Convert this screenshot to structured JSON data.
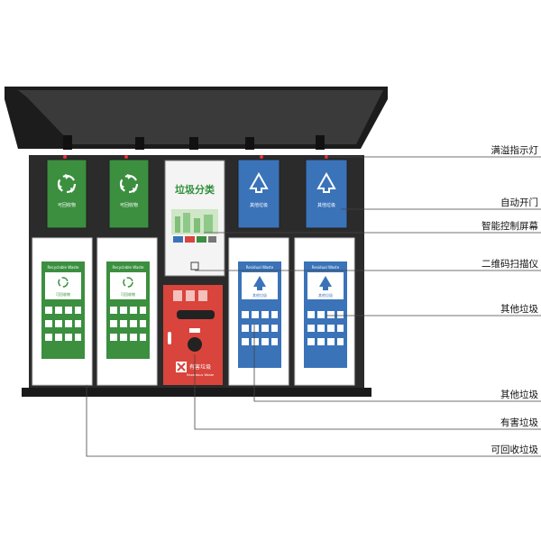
{
  "labels": {
    "overflow_light": "满溢指示灯",
    "auto_door": "自动开门",
    "smart_screen": "智能控制屏幕",
    "qr_scanner": "二维码扫描仪",
    "other_waste_upper": "其他垃圾",
    "other_waste_lower": "其他垃圾",
    "hazardous_waste": "有害垃圾",
    "recyclable_waste": "可回收垃圾"
  },
  "screen": {
    "title": "垃圾分类"
  },
  "doors": {
    "recyclable_label": "可回收物",
    "other_label": "其他垃圾"
  },
  "panels": {
    "recyclable_header": "Recyclable Waste",
    "recyclable_sub": "可回收物",
    "residual_header": "Residual Waste",
    "residual_sub": "其他垃圾",
    "hazardous_text": "有害垃圾",
    "hazardous_sub": "Hazardous Waste"
  },
  "colors": {
    "green": "#3b8f3f",
    "blue": "#3b73b9",
    "red": "#d9443c",
    "roof": "#1f1f1f"
  }
}
